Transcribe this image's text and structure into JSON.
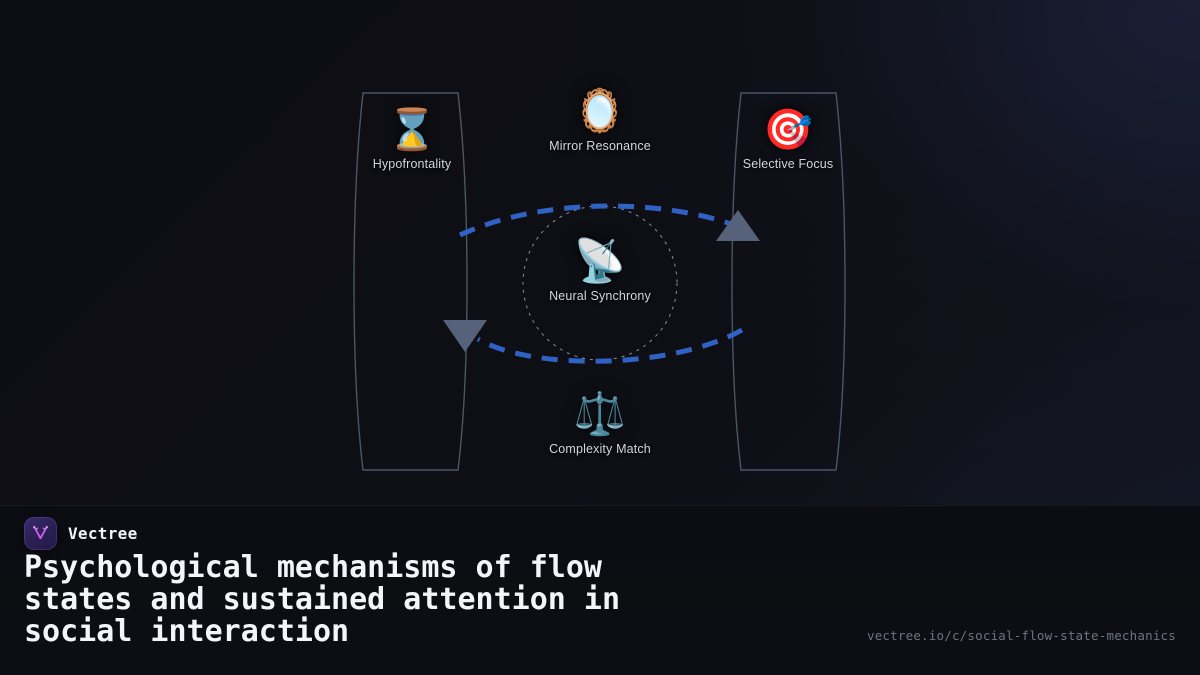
{
  "theme": {
    "background": "#0e0f15",
    "footer_background": "#0c0d12",
    "lens_stroke": "#4a5568",
    "flow_arc": "#2f62c4",
    "arrowhead": "#56617a",
    "center_ring": "#8a8f9c",
    "label_color": "#d2d6de",
    "brand_accent": "#c65cf0",
    "url_color": "#6e7380"
  },
  "diagram": {
    "type": "two-lens-flow",
    "nodes": [
      {
        "id": "hypofrontality",
        "label": "Hypofrontality",
        "icon": "hourglass-icon",
        "glyph": "⌛",
        "group": "left-lens"
      },
      {
        "id": "mirror-resonance",
        "label": "Mirror Resonance",
        "icon": "mirror-icon",
        "glyph": "🪞",
        "group": "center-top"
      },
      {
        "id": "selective-focus",
        "label": "Selective Focus",
        "icon": "target-dart-icon",
        "glyph": "🎯",
        "group": "right-lens"
      },
      {
        "id": "neural-synchrony",
        "label": "Neural Synchrony",
        "icon": "satellite-dish-icon",
        "glyph": "📡",
        "group": "center-ring"
      },
      {
        "id": "complexity-match",
        "label": "Complexity Match",
        "icon": "balance-scale-icon",
        "glyph": "⚖️",
        "group": "center-bottom"
      }
    ],
    "lenses": [
      {
        "id": "left-lens",
        "side": "left"
      },
      {
        "id": "right-lens",
        "side": "right"
      }
    ],
    "flows": [
      {
        "id": "flow-top",
        "from": "left-lens",
        "to": "right-lens",
        "direction": "rightward",
        "style": "dashed"
      },
      {
        "id": "flow-bottom",
        "from": "right-lens",
        "to": "left-lens",
        "direction": "leftward",
        "style": "dashed"
      }
    ],
    "center_ring": {
      "id": "neural-synchrony-ring",
      "style": "dotted"
    }
  },
  "footer": {
    "brand_name": "Vectree",
    "brand_logo_icon": "vectree-logo-icon",
    "title": "Psychological mechanisms of flow\nstates and sustained attention in\nsocial interaction",
    "url": "vectree.io/c/social-flow-state-mechanics"
  }
}
